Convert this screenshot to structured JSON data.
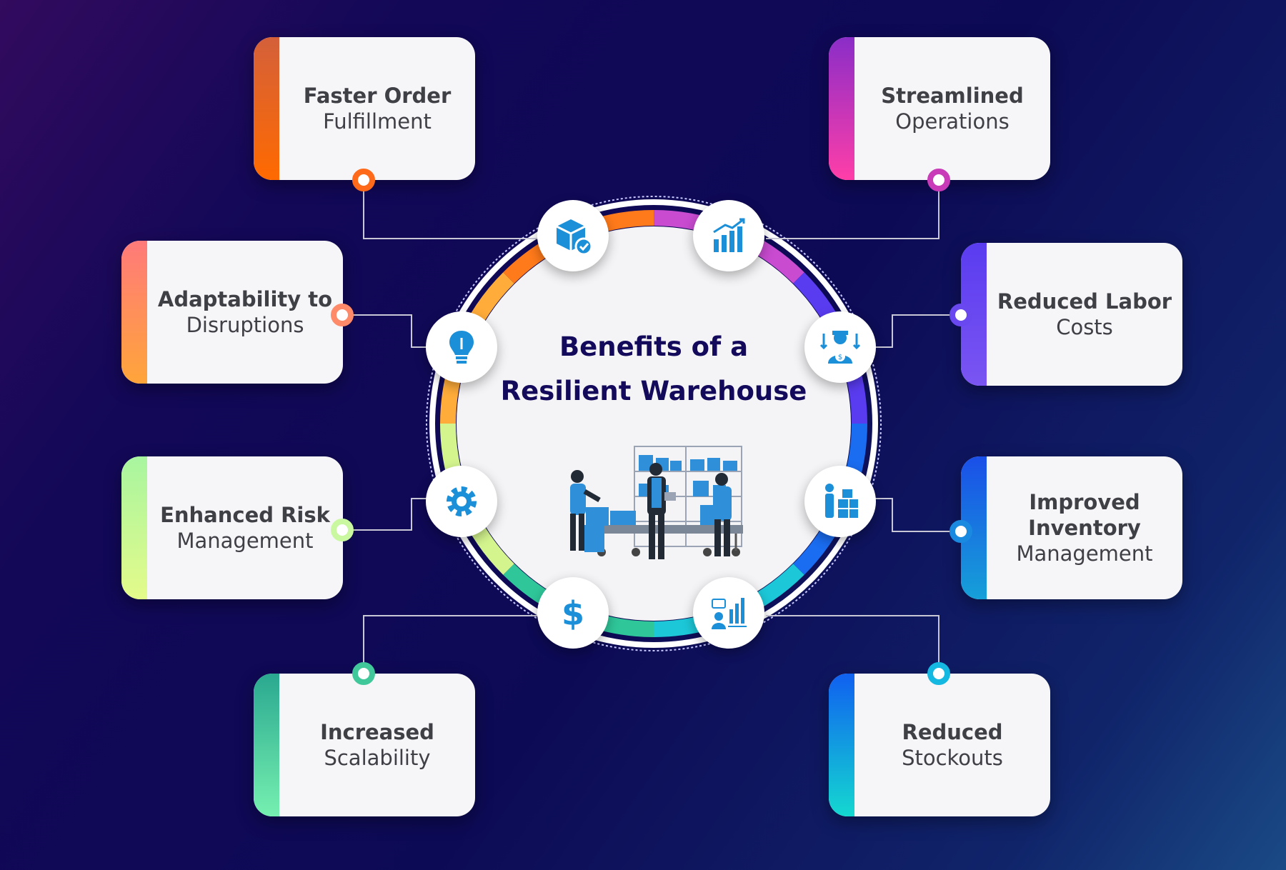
{
  "title": {
    "line1": "Benefits of a",
    "line2": "Resilient Warehouse"
  },
  "benefits": [
    {
      "bold": "Faster Order",
      "regular": "Fulfillment",
      "colors": [
        "#d4603a",
        "#ff6a00"
      ]
    },
    {
      "bold": "Adaptability to",
      "regular": "Disruptions",
      "colors": [
        "#ff7a7a",
        "#ffa53a"
      ]
    },
    {
      "bold": "Enhanced Risk",
      "regular": "Management",
      "colors": [
        "#a8f5a0",
        "#e4fb8a"
      ]
    },
    {
      "bold": "Increased",
      "regular": "Scalability",
      "colors": [
        "#2aa890",
        "#76f0b0"
      ]
    },
    {
      "bold": "Streamlined",
      "regular": "Operations",
      "colors": [
        "#8a2dc8",
        "#ff3ea8"
      ]
    },
    {
      "bold": "Reduced Labor",
      "regular": "Costs",
      "colors": [
        "#5a3cf0",
        "#7a55f2"
      ]
    },
    {
      "bold": "Improved Inventory",
      "regular": "Management",
      "colors": [
        "#1a4fe8",
        "#16a0d8"
      ]
    },
    {
      "bold": "Reduced",
      "regular": "Stockouts",
      "colors": [
        "#1060f0",
        "#14d8d0"
      ]
    }
  ],
  "icons": [
    "box-check-icon",
    "lightbulb-icon",
    "gear-icon",
    "dollar-icon",
    "growth-chart-icon",
    "labor-cost-icon",
    "inventory-worker-icon",
    "stock-analytics-icon"
  ],
  "illustration": "warehouse-workers-illustration",
  "colors": {
    "icon_blue": "#1b8fd8",
    "title_navy": "#140a5c"
  }
}
